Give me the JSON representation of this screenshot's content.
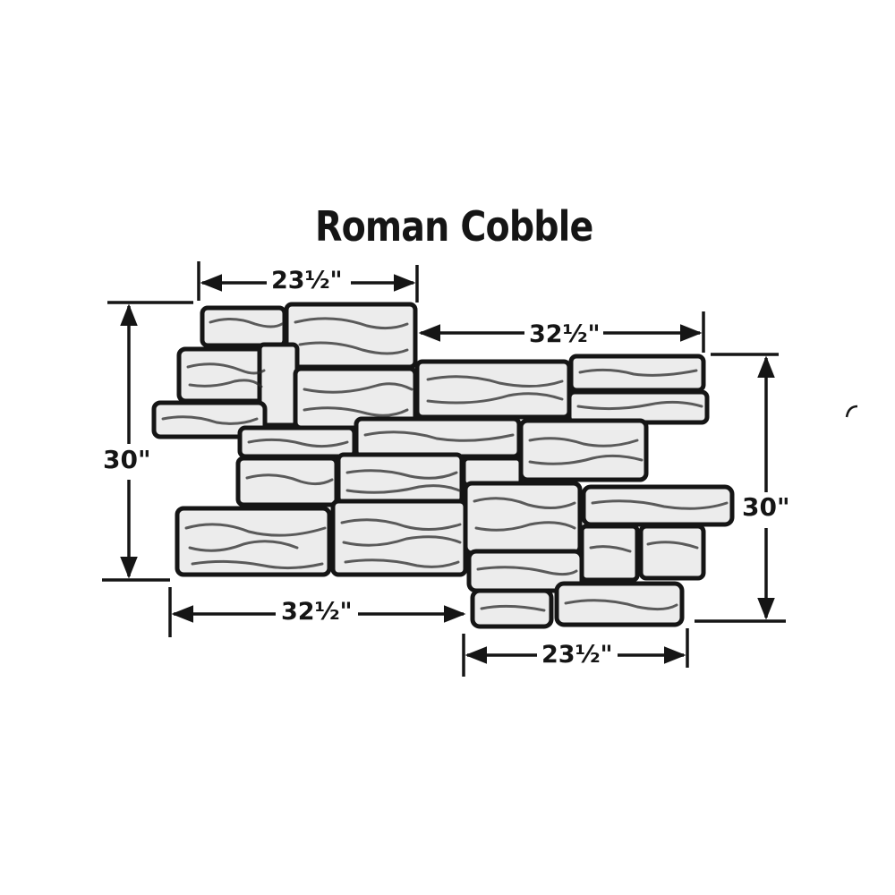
{
  "title": "Roman Cobble",
  "dimensions": {
    "top_left_width": "23½\"",
    "top_right_width": "32½\"",
    "left_height": "30\"",
    "right_height": "30\"",
    "bottom_left_width": "32½\"",
    "bottom_right_width": "23½\""
  },
  "colors": {
    "ink": "#151515",
    "stone_light": "#ececec",
    "background": "#ffffff"
  }
}
